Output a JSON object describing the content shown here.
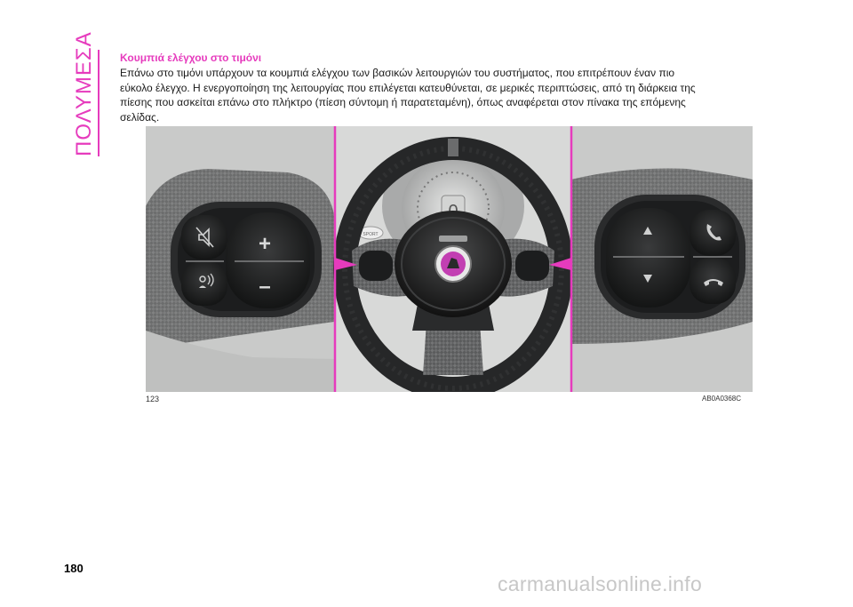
{
  "section_tab": "ΠΟΛΥΜΕΣΑ",
  "heading": "Κουμπιά ελέγχου στο τιμόνι",
  "paragraph_lines": [
    "Επάνω στο τιμόνι υπάρχουν τα κουμπιά ελέγχου των βασικών λειτουργιών του συστήματος, που επιτρέπουν έναν πιο",
    "εύκολο έλεγχο. Η ενεργοποίηση της λειτουργίας που επιλέγεται κατευθύνεται, σε μερικές περιπτώσεις, από τη διάρκεια της",
    "πίεσης που ασκείται επάνω στο πλήκτρο (πίεση σύντομη ή παρατεταμένη), όπως αναφέρεται στον πίνακα της επόμενης",
    "σελίδας."
  ],
  "figure": {
    "number": "123",
    "code": "AB0A0368C",
    "left_panel": {
      "plus_label": "+",
      "minus_label": "–"
    },
    "dash_digit": "0",
    "dash_mode_label": "SPORT"
  },
  "page_number": "180",
  "footer_watermark": "carmanualsonline.info",
  "colors": {
    "accent": "#e63bbd",
    "figure_bg": "#d2d3d2"
  },
  "icons": [
    "mute-icon",
    "voice-command-icon",
    "up-arrow-icon",
    "down-arrow-icon",
    "phone-answer-icon",
    "phone-hangup-icon",
    "abarth-logo"
  ]
}
